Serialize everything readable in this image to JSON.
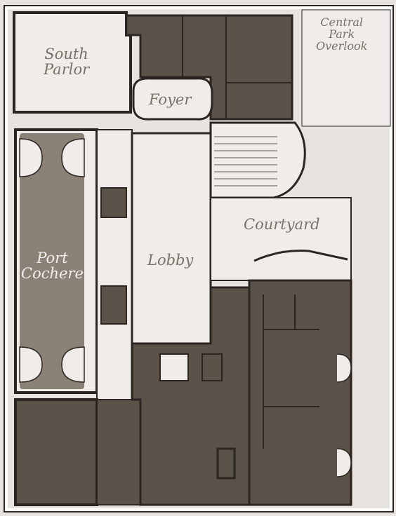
{
  "map": {
    "colors": {
      "background": "#e7e3df",
      "wall": "#2b2622",
      "dark_room": "#5b5349",
      "port_cochere": "#8a8177",
      "label": "#7a7168",
      "label_on_dark": "#f2efec"
    },
    "labels": {
      "south_parlor": "South\nParlor",
      "foyer": "Foyer",
      "central_park_overlook": "Central\nPark\nOverlook",
      "courtyard": "Courtyard",
      "port_cochere": "Port\nCochere",
      "lobby": "Lobby"
    }
  }
}
